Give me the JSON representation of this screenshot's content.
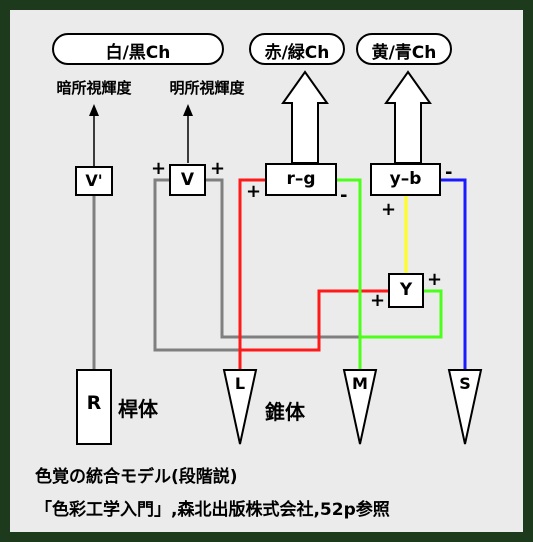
{
  "channels": {
    "achromatic": "白/黒Ch",
    "red_green": "赤/緑Ch",
    "yellow_blue": "黄/青Ch"
  },
  "sensation": {
    "scotopic": "暗所視輝度",
    "photopic": "明所視輝度"
  },
  "nodes": {
    "v_prime": "V'",
    "v": "V",
    "rg": "r–g",
    "yb": "y–b",
    "y": "Y"
  },
  "signs": {
    "plus": "+",
    "minus": "-"
  },
  "receptors": {
    "rod": "R",
    "rod_label": "桿体",
    "cone_l": "L",
    "cone_m": "M",
    "cone_s": "S",
    "cone_label": "錐体"
  },
  "caption": {
    "line1": "色覚の統合モデル(段階説)",
    "line2": "「色彩工学入門」,森北出版株式会社,52p参照"
  },
  "colors": {
    "background": "#1d3a1d",
    "panel": "#ebebeb",
    "gray_path": "#7f7f7f",
    "red_path": "#ff1a1a",
    "green_path": "#4cff1a",
    "yellow_path": "#ffff1a",
    "blue_path": "#1a1aff"
  }
}
